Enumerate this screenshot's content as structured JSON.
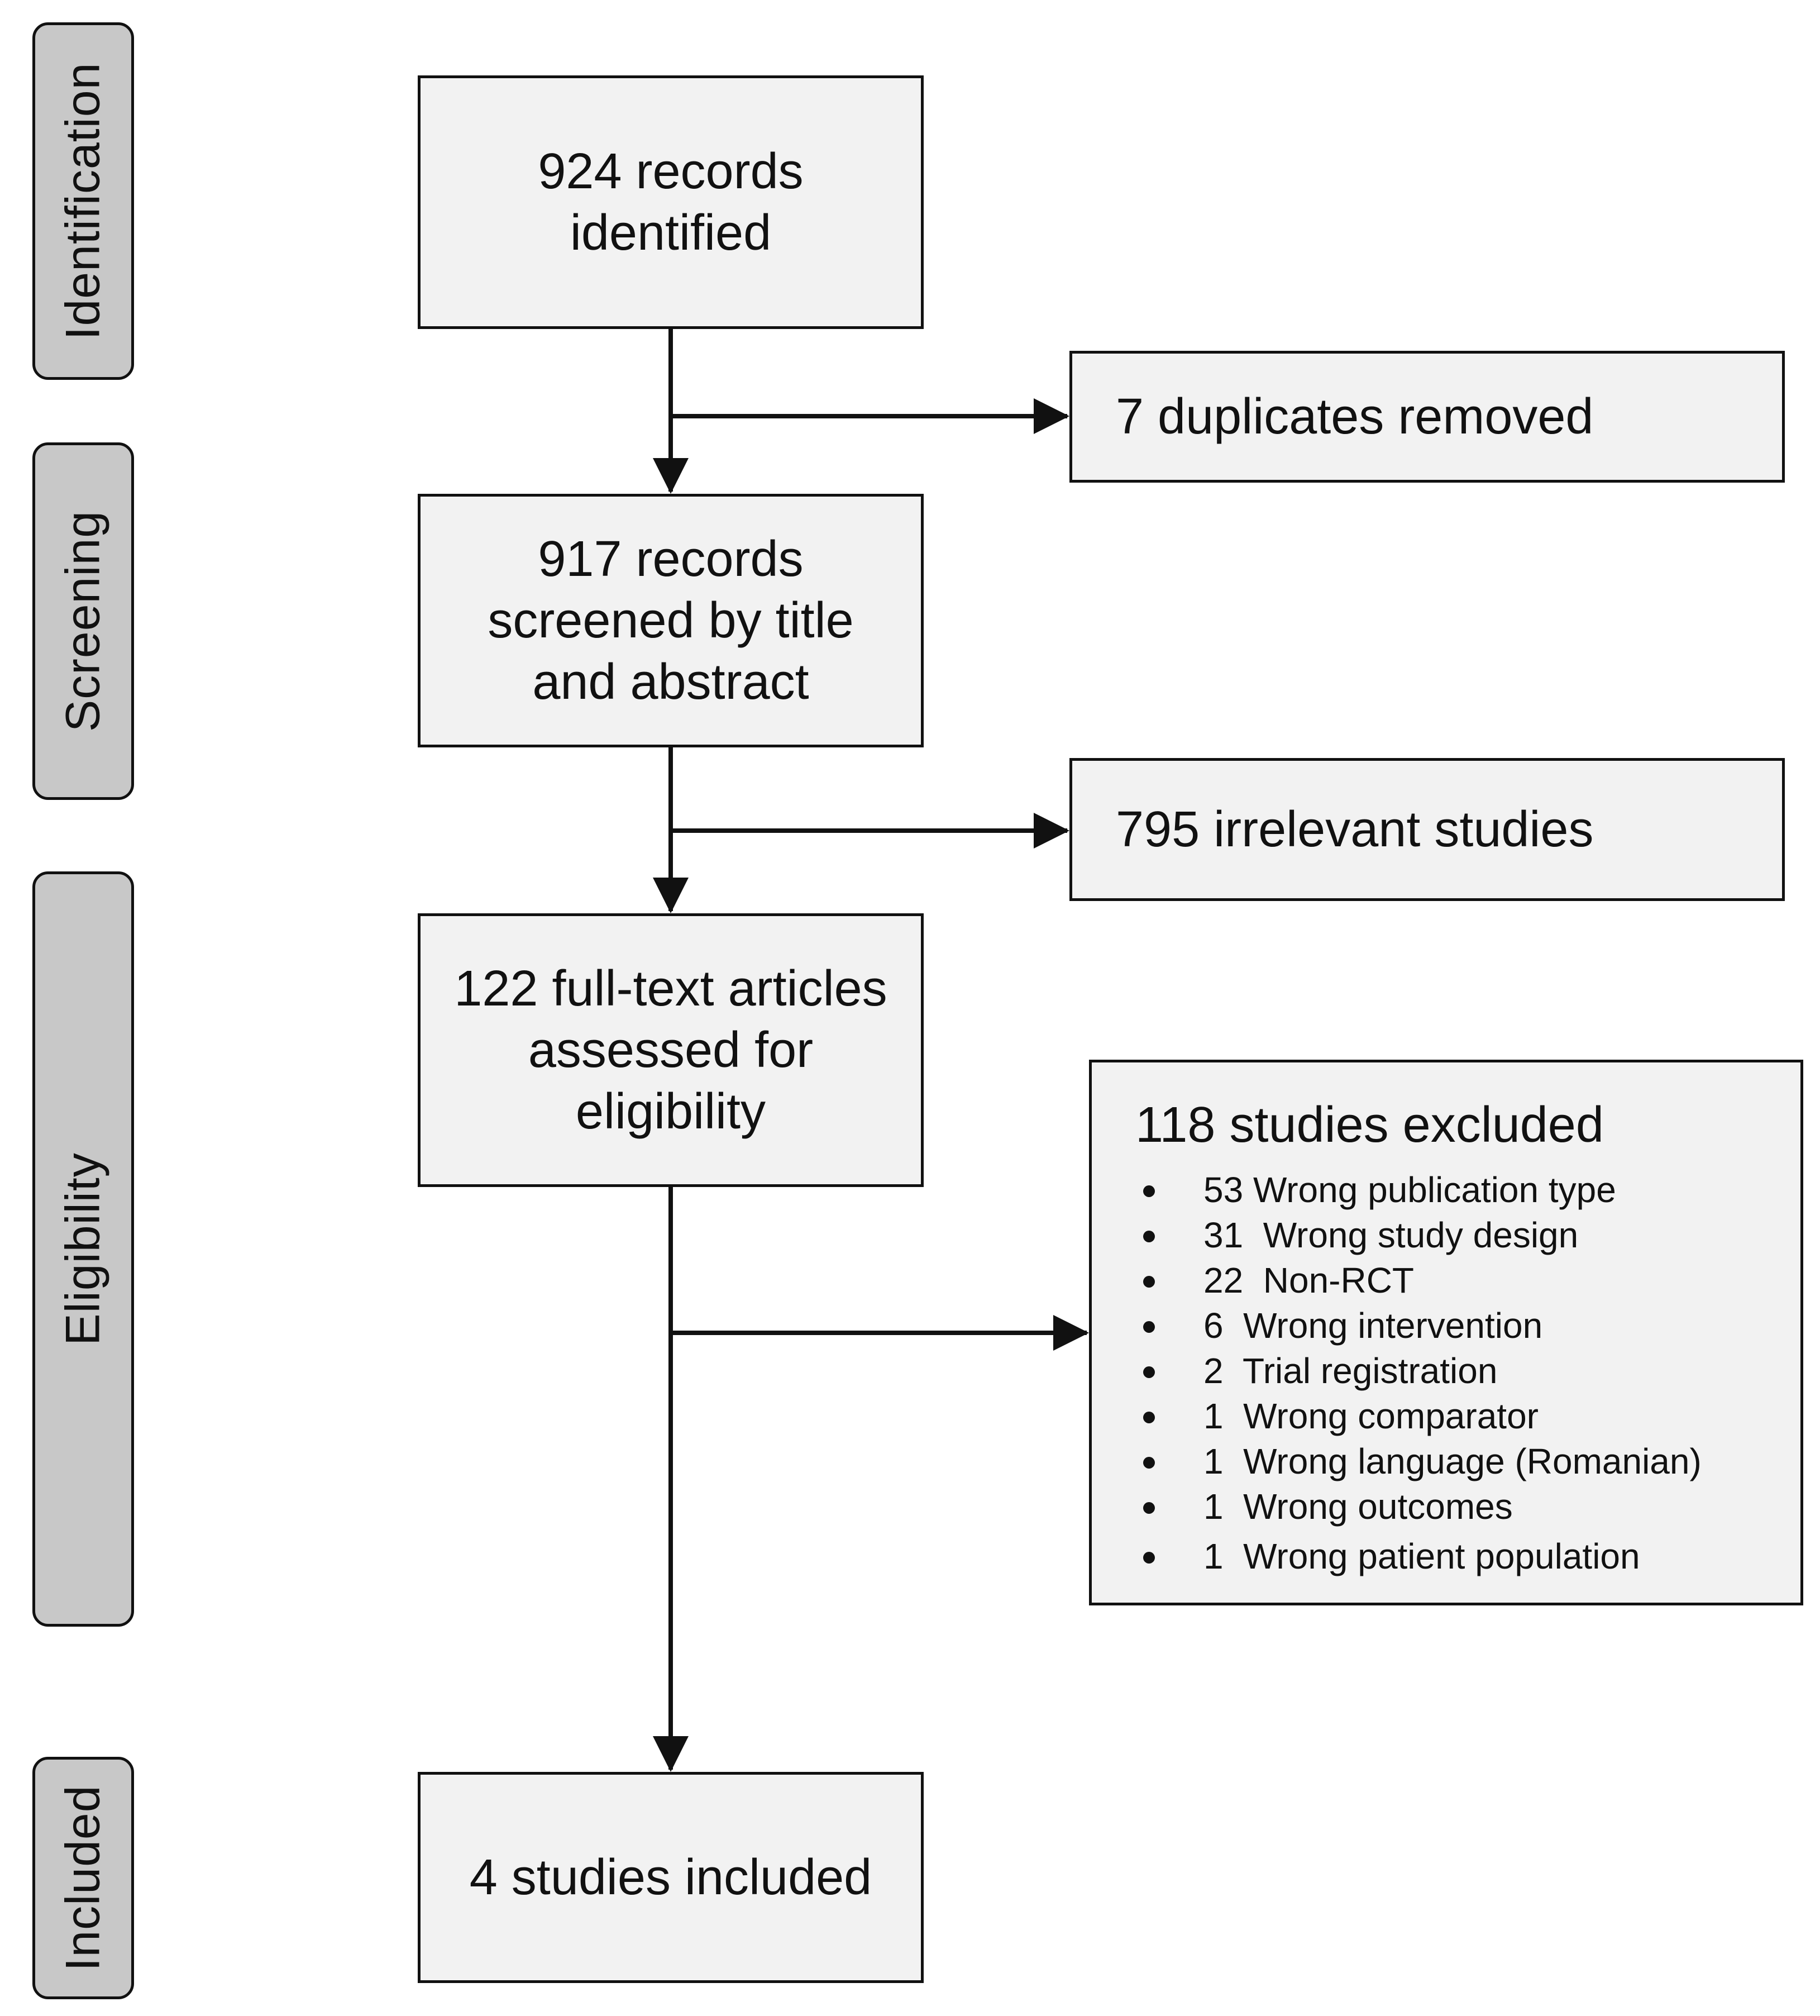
{
  "stages": {
    "identification": "Identification",
    "screening": "Screening",
    "eligibility": "Eligibility",
    "included": "Included"
  },
  "boxes": {
    "identified": {
      "line1": "924 records",
      "line2": "identified"
    },
    "screened": {
      "line1": "917 records",
      "line2": "screened by title",
      "line3": "and abstract"
    },
    "fulltext": {
      "line1": "122 full-text articles",
      "line2": "assessed for",
      "line3": "eligibility"
    },
    "included": {
      "label": "4 studies included"
    },
    "duplicates": {
      "label": "7 duplicates removed"
    },
    "irrelevant": {
      "label": "795 irrelevant studies"
    },
    "excluded": {
      "title": "118 studies excluded",
      "reasons": [
        "53 Wrong publication type",
        "31  Wrong study design",
        "22  Non-RCT",
        "6  Wrong intervention",
        "2  Trial registration",
        "1  Wrong comparator",
        "1  Wrong language (Romanian)",
        "1  Wrong outcomes",
        "1  Wrong patient population"
      ]
    }
  }
}
